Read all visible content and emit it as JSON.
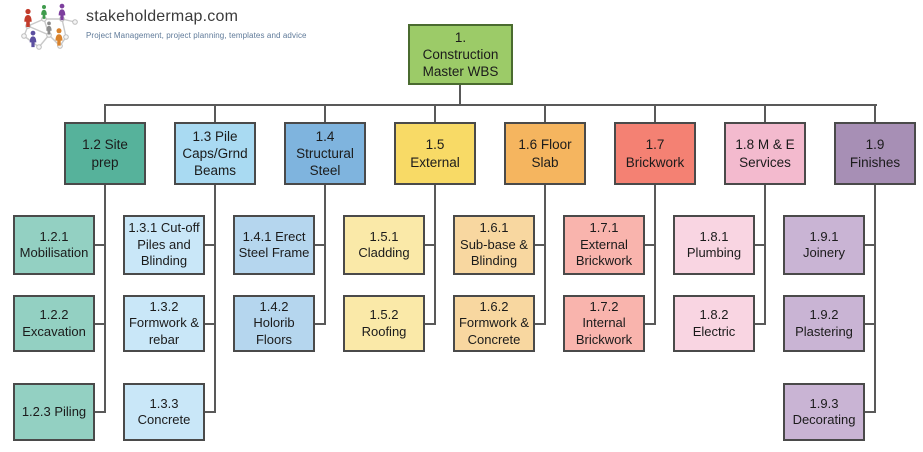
{
  "header": {
    "brand": "stakeholdermap.com",
    "tagline": "Project Management, project planning, templates and advice",
    "logo": {
      "people_colors": [
        "#c23b2b",
        "#3f9b4c",
        "#7d3f9e",
        "#8c8c8c",
        "#5b4fa0",
        "#d9822b"
      ],
      "link_color": "#c9c9c9",
      "node_fill": "#f5f5f5",
      "node_stroke": "#bdbdbd"
    }
  },
  "diagram": {
    "connector_color": "#595959",
    "box_border_color": "#4a4a4a",
    "root": {
      "id": "1",
      "label": "1.\nConstruction\nMaster WBS",
      "fill": "#9ccb68",
      "border": "#4a6b2f"
    },
    "branches": [
      {
        "id": "1.2",
        "label": "1.2 Site\nprep",
        "fill": "#56b29b",
        "child_fill": "#93d0c2",
        "children": [
          {
            "id": "1.2.1",
            "label": "1.2.1\nMobilisation"
          },
          {
            "id": "1.2.2",
            "label": "1.2.2\nExcavation"
          },
          {
            "id": "1.2.3",
            "label": "1.2.3 Piling"
          }
        ]
      },
      {
        "id": "1.3",
        "label": "1.3 Pile\nCaps/Grnd\nBeams",
        "fill": "#a9daf2",
        "child_fill": "#c9e7f8",
        "children": [
          {
            "id": "1.3.1",
            "label": "1.3.1 Cut-off\nPiles and\nBlinding"
          },
          {
            "id": "1.3.2",
            "label": "1.3.2\nFormwork &\nrebar"
          },
          {
            "id": "1.3.3",
            "label": "1.3.3\nConcrete"
          }
        ]
      },
      {
        "id": "1.4",
        "label": "1.4\nStructural\nSteel",
        "fill": "#7fb4de",
        "child_fill": "#b5d6ee",
        "children": [
          {
            "id": "1.4.1",
            "label": "1.4.1 Erect\nSteel Frame"
          },
          {
            "id": "1.4.2",
            "label": "1.4.2\nHolorib\nFloors"
          }
        ]
      },
      {
        "id": "1.5",
        "label": "1.5\nExternal",
        "fill": "#f8da66",
        "child_fill": "#fae9a8",
        "children": [
          {
            "id": "1.5.1",
            "label": "1.5.1\nCladding"
          },
          {
            "id": "1.5.2",
            "label": "1.5.2\nRoofing"
          }
        ]
      },
      {
        "id": "1.6",
        "label": "1.6 Floor\nSlab",
        "fill": "#f5b55f",
        "child_fill": "#f8d7a0",
        "children": [
          {
            "id": "1.6.1",
            "label": "1.6.1\nSub-base &\nBlinding"
          },
          {
            "id": "1.6.2",
            "label": "1.6.2\nFormwork &\nConcrete"
          }
        ]
      },
      {
        "id": "1.7",
        "label": "1.7\nBrickwork",
        "fill": "#f48173",
        "child_fill": "#f9b4ad",
        "children": [
          {
            "id": "1.7.1",
            "label": "1.7.1\nExternal\nBrickwork"
          },
          {
            "id": "1.7.2",
            "label": "1.7.2\nInternal\nBrickwork"
          }
        ]
      },
      {
        "id": "1.8",
        "label": "1.8 M & E\nServices",
        "fill": "#f3bace",
        "child_fill": "#f9d5e2",
        "children": [
          {
            "id": "1.8.1",
            "label": "1.8.1\nPlumbing"
          },
          {
            "id": "1.8.2",
            "label": "1.8.2\nElectric"
          }
        ]
      },
      {
        "id": "1.9",
        "label": "1.9\nFinishes",
        "fill": "#a78fb5",
        "child_fill": "#c9b4d4",
        "children": [
          {
            "id": "1.9.1",
            "label": "1.9.1\nJoinery"
          },
          {
            "id": "1.9.2",
            "label": "1.9.2\nPlastering"
          },
          {
            "id": "1.9.3",
            "label": "1.9.3\nDecorating"
          }
        ]
      }
    ]
  }
}
